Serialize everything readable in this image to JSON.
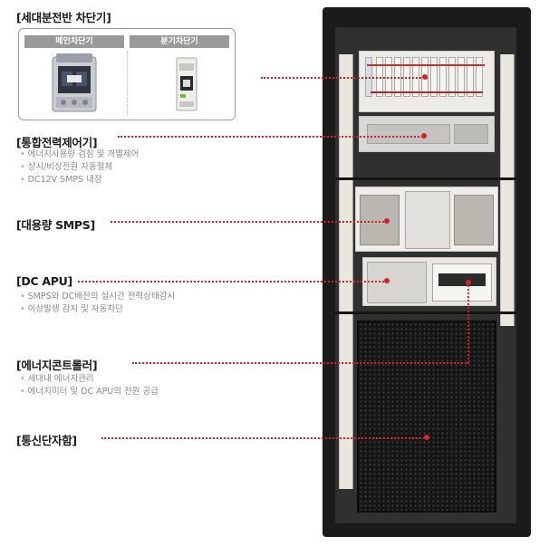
{
  "sections": {
    "breaker": {
      "title": "[세대분전반 차단기]",
      "main_label": "메인차단기",
      "branch_label": "분기차단기"
    },
    "power_control": {
      "title": "[통합전력제어기]",
      "bullets": [
        "에너지사용량 검침 및 개별제어",
        "상시/비상전원 자동절체",
        "DC12V SMPS 내장"
      ]
    },
    "smps": {
      "title": "[대용량 SMPS]"
    },
    "dc_apu": {
      "title": "[DC APU]",
      "bullets": [
        "SMPS와 DC배전의 실시간 전력상태감시",
        "이상발생 감지 및 자동차단"
      ]
    },
    "energy_controller": {
      "title": "[에너지콘트롤러]",
      "bullets": [
        "세대내 에너지관리",
        "에너지미터 및 DC APU의 전원 공급"
      ]
    },
    "comm_box": {
      "title": "[통신단자함]"
    }
  },
  "colors": {
    "accent": "#d5232a",
    "header_gray": "#9a9a9a",
    "cabinet": "#1b1b1b"
  }
}
